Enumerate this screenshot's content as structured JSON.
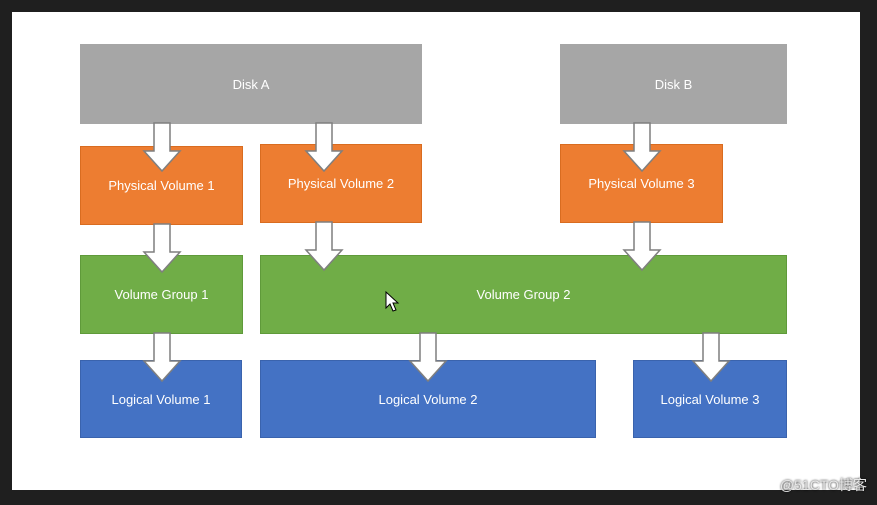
{
  "diagram": {
    "disks": [
      {
        "label": "Disk A"
      },
      {
        "label": "Disk B"
      }
    ],
    "physical_volumes": [
      {
        "label": "Physical Volume 1"
      },
      {
        "label": "Physical Volume 2"
      },
      {
        "label": "Physical Volume 3"
      }
    ],
    "volume_groups": [
      {
        "label": "Volume Group 1"
      },
      {
        "label": "Volume Group 2"
      }
    ],
    "logical_volumes": [
      {
        "label": "Logical Volume 1"
      },
      {
        "label": "Logical Volume 2"
      },
      {
        "label": "Logical Volume 3"
      }
    ],
    "colors": {
      "disk": "#a6a6a6",
      "physical_volume": "#ed7d31",
      "volume_group": "#70ad47",
      "logical_volume": "#4472c4"
    }
  },
  "watermark": {
    "text": "@51CTO博客"
  }
}
